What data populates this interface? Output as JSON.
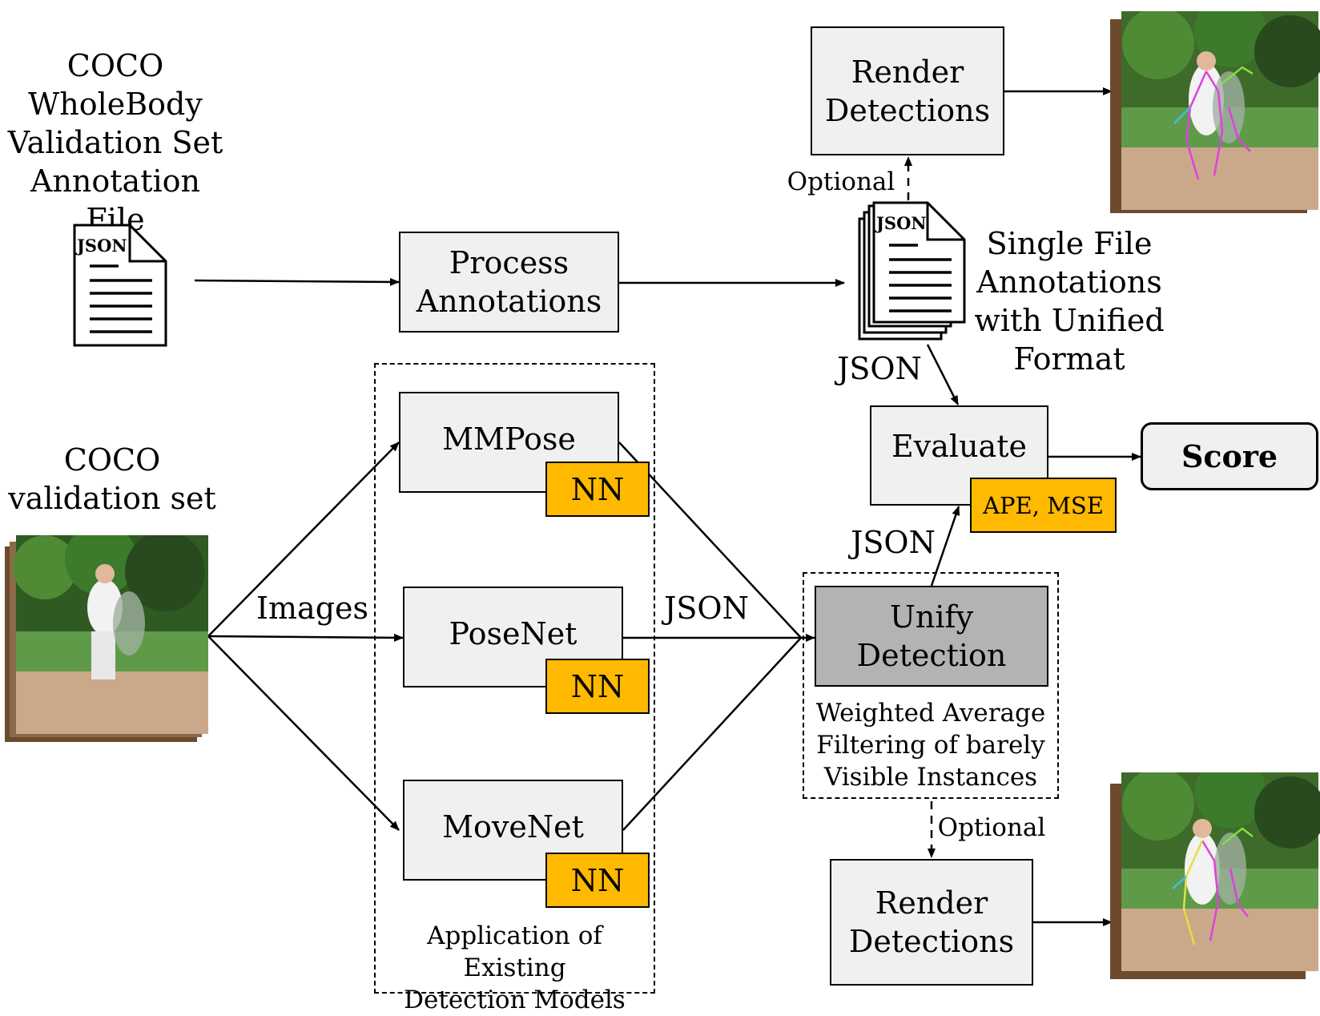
{
  "sources": {
    "annotation_file_title": "COCO\nWholeBody\nValidation Set\nAnnotation File",
    "validation_set_title": "COCO\nvalidation set",
    "json_icon_label": "JSON"
  },
  "process": {
    "process_annotations": "Process\nAnnotations"
  },
  "models": {
    "group_caption": "Application of Existing\nDetection Models",
    "mmpose": "MMPose",
    "posenet": "PoseNet",
    "movenet": "MoveNet",
    "nn_tag": "NN"
  },
  "unify": {
    "title": "Unify\nDetection",
    "caption": "Weighted Average\nFiltering of barely\nVisible Instances"
  },
  "output": {
    "single_file_caption": "Single File\nAnnotations\nwith Unified\nFormat",
    "render_top": "Render\nDetections",
    "render_bottom": "Render\nDetections",
    "optional_top": "Optional",
    "optional_bottom": "Optional",
    "evaluate": "Evaluate",
    "metrics": "APE, MSE",
    "score": "Score"
  },
  "edge_labels": {
    "images": "Images",
    "json_models": "JSON",
    "json_to_evaluate": "JSON",
    "json_unify_to_evaluate": "JSON"
  }
}
